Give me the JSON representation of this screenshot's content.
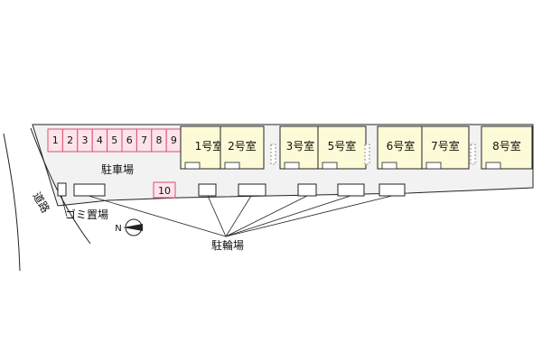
{
  "parking": {
    "label": "駐車場",
    "spaces": [
      "1",
      "2",
      "3",
      "4",
      "5",
      "6",
      "7",
      "8",
      "9"
    ],
    "extra_space": "10"
  },
  "rooms": [
    "1号室",
    "2号室",
    "3号室",
    "5号室",
    "6号室",
    "7号室",
    "8号室"
  ],
  "bicycle_label": "駐輪場",
  "garbage_label": "ゴミ置場",
  "road_label": "道路",
  "compass_letter": "N",
  "colors": {
    "parking_fill": "#fde4ea",
    "parking_stroke": "#d9506e",
    "room_fill": "#fdfbd7",
    "site_fill": "#f2f2f2"
  }
}
